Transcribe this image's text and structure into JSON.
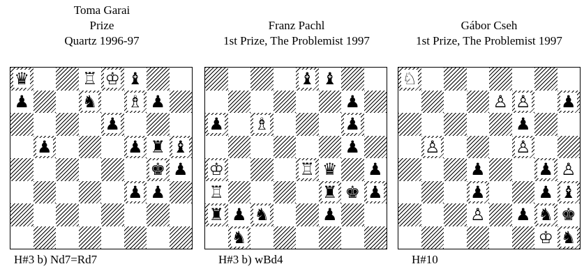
{
  "problems": [
    {
      "header": [
        "Toma Garai",
        "Prize",
        "Quartz  1996-97"
      ],
      "stipulation": "H#3  b) Nd7=Rd7",
      "pieces": [
        {
          "sq": "a8",
          "p": "q",
          "c": "b"
        },
        {
          "sq": "d8",
          "p": "r",
          "c": "w"
        },
        {
          "sq": "e8",
          "p": "k",
          "c": "w"
        },
        {
          "sq": "f8",
          "p": "b",
          "c": "b"
        },
        {
          "sq": "a7",
          "p": "p",
          "c": "b"
        },
        {
          "sq": "d7",
          "p": "n",
          "c": "b"
        },
        {
          "sq": "f7",
          "p": "b",
          "c": "w"
        },
        {
          "sq": "g7",
          "p": "p",
          "c": "b"
        },
        {
          "sq": "e6",
          "p": "p",
          "c": "b"
        },
        {
          "sq": "b5",
          "p": "p",
          "c": "b"
        },
        {
          "sq": "f5",
          "p": "p",
          "c": "b"
        },
        {
          "sq": "g5",
          "p": "r",
          "c": "b"
        },
        {
          "sq": "h5",
          "p": "b",
          "c": "b"
        },
        {
          "sq": "g4",
          "p": "k",
          "c": "b"
        },
        {
          "sq": "h4",
          "p": "p",
          "c": "b"
        },
        {
          "sq": "f3",
          "p": "p",
          "c": "b"
        },
        {
          "sq": "g3",
          "p": "p",
          "c": "b"
        }
      ]
    },
    {
      "header": [
        "Franz Pachl",
        "1st Prize, The Problemist 1997"
      ],
      "stipulation": "H#3  b) wBd4",
      "pieces": [
        {
          "sq": "e8",
          "p": "b",
          "c": "b"
        },
        {
          "sq": "f8",
          "p": "b",
          "c": "b"
        },
        {
          "sq": "g7",
          "p": "p",
          "c": "b"
        },
        {
          "sq": "a6",
          "p": "p",
          "c": "b"
        },
        {
          "sq": "c6",
          "p": "b",
          "c": "w"
        },
        {
          "sq": "g6",
          "p": "p",
          "c": "b"
        },
        {
          "sq": "g5",
          "p": "p",
          "c": "b"
        },
        {
          "sq": "a4",
          "p": "k",
          "c": "w"
        },
        {
          "sq": "e4",
          "p": "r",
          "c": "w"
        },
        {
          "sq": "f4",
          "p": "q",
          "c": "b"
        },
        {
          "sq": "h4",
          "p": "p",
          "c": "b"
        },
        {
          "sq": "a3",
          "p": "r",
          "c": "w"
        },
        {
          "sq": "f3",
          "p": "r",
          "c": "b"
        },
        {
          "sq": "g3",
          "p": "k",
          "c": "b"
        },
        {
          "sq": "h3",
          "p": "p",
          "c": "b"
        },
        {
          "sq": "a2",
          "p": "r",
          "c": "b"
        },
        {
          "sq": "b2",
          "p": "p",
          "c": "b"
        },
        {
          "sq": "c2",
          "p": "n",
          "c": "b"
        },
        {
          "sq": "f2",
          "p": "p",
          "c": "b"
        },
        {
          "sq": "b1",
          "p": "n",
          "c": "b"
        }
      ]
    },
    {
      "header": [
        "Gábor Cseh",
        "1st Prize, The Problemist 1997"
      ],
      "stipulation": "H#10",
      "pieces": [
        {
          "sq": "a8",
          "p": "n",
          "c": "w"
        },
        {
          "sq": "e7",
          "p": "p",
          "c": "w"
        },
        {
          "sq": "f7",
          "p": "p",
          "c": "w"
        },
        {
          "sq": "h7",
          "p": "p",
          "c": "b"
        },
        {
          "sq": "f6",
          "p": "p",
          "c": "b"
        },
        {
          "sq": "b5",
          "p": "p",
          "c": "w"
        },
        {
          "sq": "f5",
          "p": "p",
          "c": "w"
        },
        {
          "sq": "d4",
          "p": "p",
          "c": "b"
        },
        {
          "sq": "g4",
          "p": "p",
          "c": "b"
        },
        {
          "sq": "h4",
          "p": "p",
          "c": "w"
        },
        {
          "sq": "d3",
          "p": "p",
          "c": "b"
        },
        {
          "sq": "g3",
          "p": "p",
          "c": "b"
        },
        {
          "sq": "h3",
          "p": "b",
          "c": "b"
        },
        {
          "sq": "d2",
          "p": "p",
          "c": "w"
        },
        {
          "sq": "f2",
          "p": "p",
          "c": "b"
        },
        {
          "sq": "g2",
          "p": "n",
          "c": "b"
        },
        {
          "sq": "h2",
          "p": "k",
          "c": "b"
        },
        {
          "sq": "g1",
          "p": "k",
          "c": "w"
        },
        {
          "sq": "h1",
          "p": "n",
          "c": "b"
        }
      ]
    }
  ]
}
